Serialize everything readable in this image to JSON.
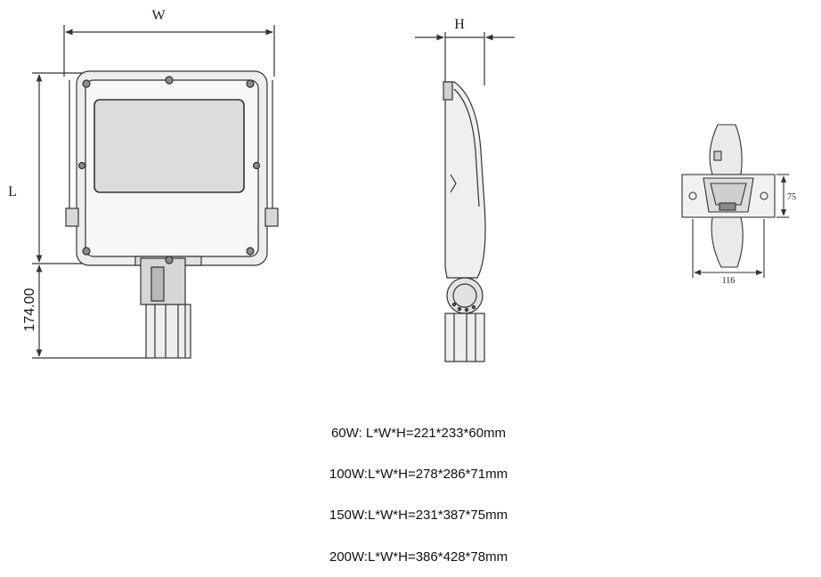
{
  "dimensions": {
    "width_label": "W",
    "height_label": "H",
    "length_label": "L",
    "bracket_length": "174.00",
    "side_height": "75",
    "side_width": "116"
  },
  "specs": [
    "60W: L*W*H=221*233*60mm",
    "100W:L*W*H=278*286*71mm",
    "150W:L*W*H=231*387*75mm",
    "200W:L*W*H=386*428*78mm"
  ],
  "colors": {
    "line": "#333333",
    "fill_light": "#e6e6e6",
    "fill_mid": "#cfcfcf",
    "fill_dark": "#8a8a8a"
  }
}
